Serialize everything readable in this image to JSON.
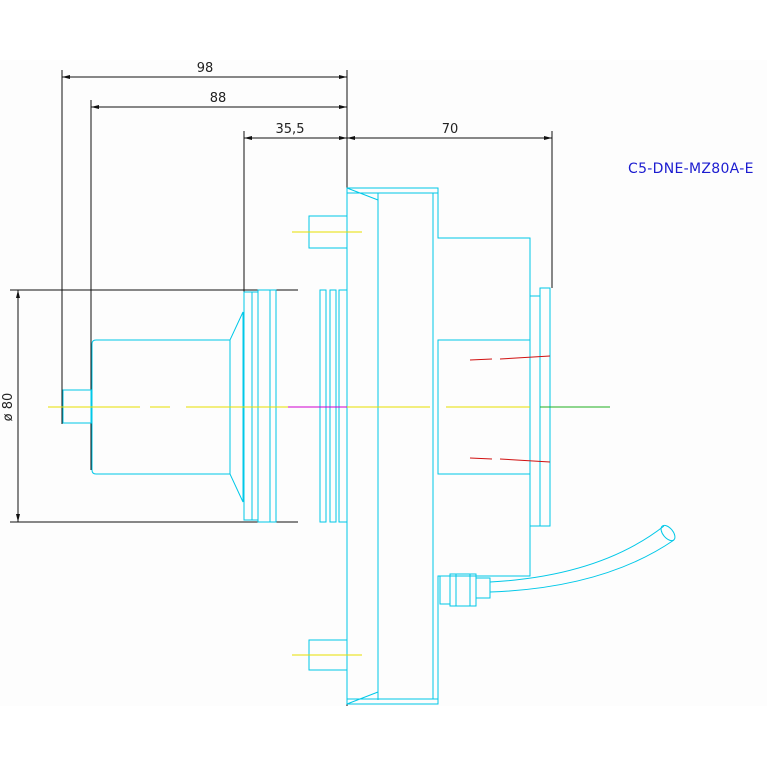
{
  "dimensions": {
    "overall_length": "98",
    "body_length": "88",
    "nose_length": "35,5",
    "flange_length": "70",
    "diameter": "ø 80"
  },
  "part_code": "C5-DNE-MZ80A-E",
  "colors": {
    "outline": "#00c8e8",
    "dimension": "#111111",
    "centerline": "#e8e000",
    "label": "#1c1cd0",
    "hidden": "#d01010",
    "axis_magenta": "#d000d0",
    "axis_green": "#20b020"
  }
}
